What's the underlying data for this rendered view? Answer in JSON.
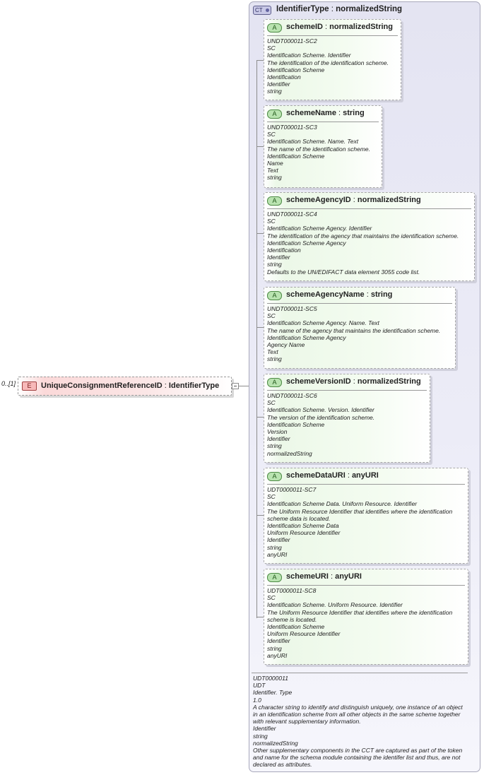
{
  "element": {
    "multiplicity": "0..[1]",
    "badge": "E",
    "name": "UniqueConsignmentReferenceID",
    "type": "IdentifierType"
  },
  "complex_type": {
    "badge": "CT",
    "name": "IdentifierType",
    "base": "normalizedString"
  },
  "attributes": [
    {
      "badge": "A",
      "name": "schemeID",
      "type": "normalizedString",
      "lines": [
        "UNDT000011-SC2",
        "SC",
        "Identification Scheme. Identifier",
        "The identification of the identification scheme.",
        "Identification Scheme",
        "Identification",
        "Identifier",
        "string"
      ]
    },
    {
      "badge": "A",
      "name": "schemeName",
      "type": "string",
      "lines": [
        "UNDT000011-SC3",
        "SC",
        "Identification Scheme. Name. Text",
        "The name of the identification scheme.",
        "Identification Scheme",
        "Name",
        "Text",
        "string"
      ]
    },
    {
      "badge": "A",
      "name": "schemeAgencyID",
      "type": "normalizedString",
      "lines": [
        "UNDT000011-SC4",
        "SC",
        "Identification Scheme Agency. Identifier",
        "The identification of the agency that maintains the identification scheme.",
        "Identification Scheme Agency",
        "Identification",
        "Identifier",
        "string",
        "Defaults to the UN/EDIFACT data element 3055 code list."
      ]
    },
    {
      "badge": "A",
      "name": "schemeAgencyName",
      "type": "string",
      "lines": [
        "UNDT000011-SC5",
        "SC",
        "Identification Scheme Agency. Name. Text",
        "The name of the agency that maintains the identification scheme.",
        "Identification Scheme Agency",
        "Agency Name",
        "Text",
        "string"
      ]
    },
    {
      "badge": "A",
      "name": "schemeVersionID",
      "type": "normalizedString",
      "lines": [
        "UNDT000011-SC6",
        "SC",
        "Identification Scheme. Version. Identifier",
        "The version of the identification scheme.",
        "Identification Scheme",
        "Version",
        "Identifier",
        "string",
        "normalizedString"
      ]
    },
    {
      "badge": "A",
      "name": "schemeDataURI",
      "type": "anyURI",
      "lines": [
        "UDT0000011-SC7",
        "SC",
        "Identification Scheme Data. Uniform Resource. Identifier",
        "The Uniform Resource Identifier that identifies where the identification scheme data is located.",
        "Identification Scheme Data",
        "Uniform Resource Identifier",
        "Identifier",
        "string",
        "anyURI"
      ]
    },
    {
      "badge": "A",
      "name": "schemeURI",
      "type": "anyURI",
      "lines": [
        "UDT0000011-SC8",
        "SC",
        "Identification Scheme. Uniform Resource. Identifier",
        "The Uniform Resource Identifier that identifies where the identification scheme is located.",
        "Identification Scheme",
        "Uniform Resource Identifier",
        "Identifier",
        "string",
        "anyURI"
      ]
    }
  ],
  "documentation": [
    "UDT0000011",
    "UDT",
    "Identifier. Type",
    "1.0",
    "A character string to identify and distinguish uniquely, one instance of an object in an identification scheme from all other objects in the same scheme together with relevant supplementary information.",
    "Identifier",
    "string",
    "normalizedString",
    "Other supplementary components in the CCT are captured as part of the token and name for the schema module containing the identifer list and thus, are not declared as attributes."
  ]
}
